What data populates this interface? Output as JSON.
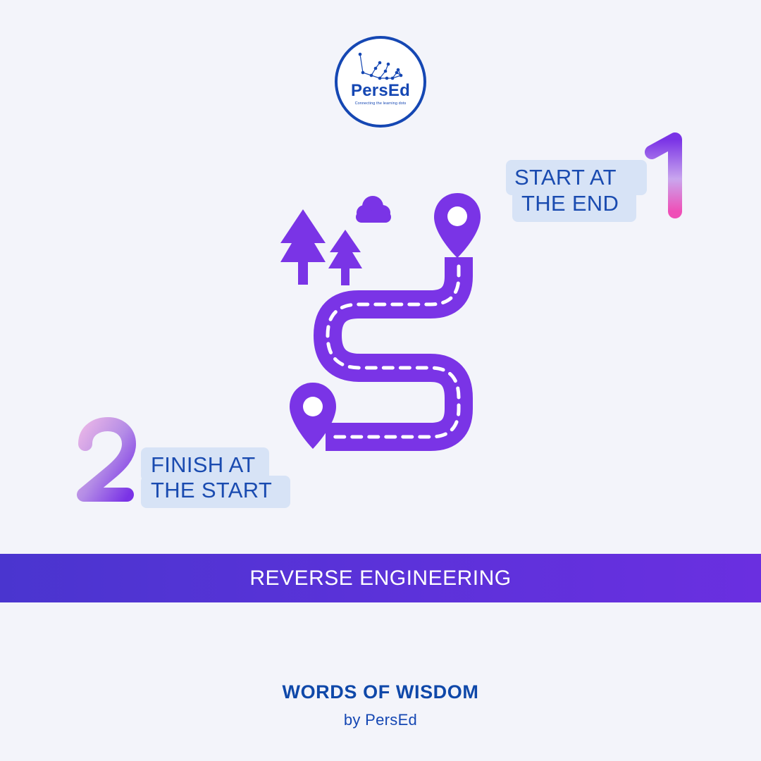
{
  "brand": {
    "name": "PersEd",
    "tagline": "Connecting the learning dots",
    "color": "#1547b3"
  },
  "steps": [
    {
      "number": "1",
      "line1": "START AT",
      "line2": "THE END"
    },
    {
      "number": "2",
      "line1": "FINISH AT",
      "line2": "THE START"
    }
  ],
  "banner": {
    "text": "REVERSE ENGINEERING",
    "color": "#5b32d9"
  },
  "footer": {
    "title": "WORDS OF WISDOM",
    "subtitle": "by PersEd"
  },
  "colors": {
    "background": "#f3f4fa",
    "illustration": "#7a34e6",
    "bubble": "#d7e3f6",
    "text_blue": "#1a4bb0"
  },
  "icons": [
    "tree-icon",
    "cloud-icon",
    "map-pin-icon",
    "winding-road-icon"
  ]
}
